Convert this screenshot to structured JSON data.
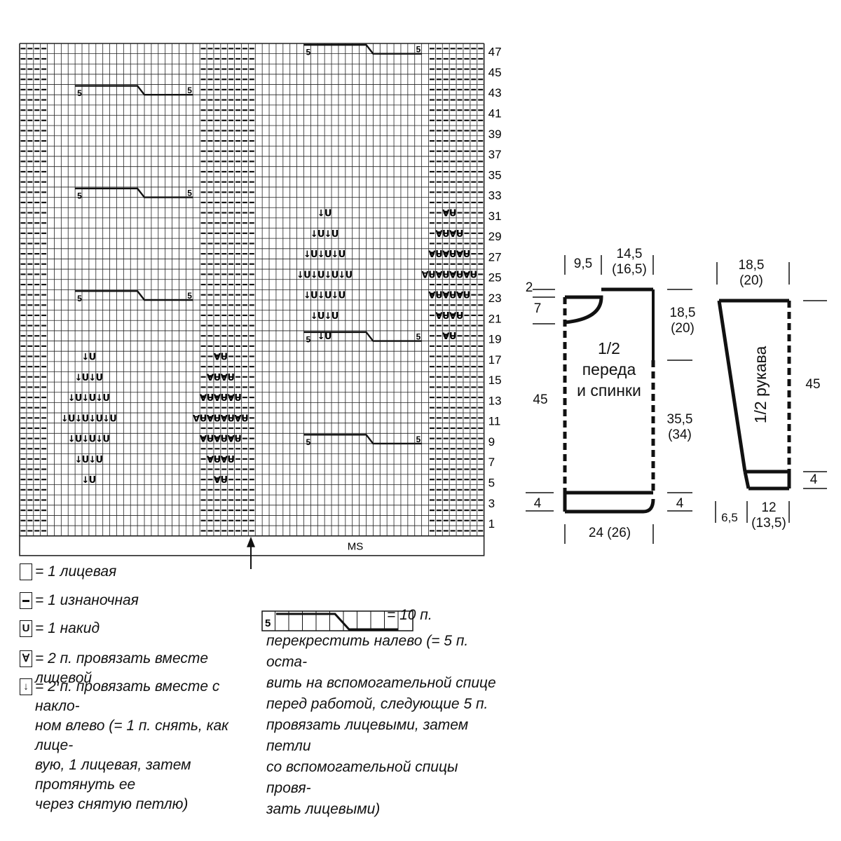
{
  "chart": {
    "row_numbers": [
      "47",
      "45",
      "43",
      "41",
      "39",
      "37",
      "35",
      "33",
      "31",
      "29",
      "27",
      "25",
      "23",
      "21",
      "19",
      "17",
      "15",
      "13",
      "11",
      "9",
      "7",
      "5",
      "3",
      "1"
    ],
    "ms_label": "MS",
    "cable_count": "5",
    "symbols": {
      "purl": "–",
      "yo": "U",
      "k2tog": "∀",
      "ssk": "↓"
    }
  },
  "legend": {
    "knit": "= 1 лицевая",
    "purl": "= 1 изнаночная",
    "yo": "= 1 накид",
    "k2tog": "= 2 п. провязать вместе лицевой",
    "ssk": "= 2 п. провязать вместе с накло-\nном влево (= 1 п. снять, как лице-\nвую, 1 лицевая, затем протянуть ее\nчерез снятую петлю)",
    "cable_eq": "= 10 п.",
    "cable_text": "перекрестить налево (= 5 п. оста-\nвить на вспомогательной спице\nперед работой, следующие 5 п.\nпровязать лицевыми, затем петли\nсо вспомогательной спицы провя-\nзать лицевыми)"
  },
  "body_piece": {
    "title": "1/2\nпереда\nи спинки",
    "neck_width": "9,5",
    "shoulder": "14,5\n(16,5)",
    "neck_drop_top": "2",
    "neck_drop": "7",
    "height_total": "45",
    "armhole": "18,5\n(20)",
    "side": "35,5\n(34)",
    "rib_left": "4",
    "rib_right": "4",
    "width": "24 (26)"
  },
  "sleeve_piece": {
    "title": "1/2 рукава",
    "top_width": "18,5\n(20)",
    "height": "45",
    "rib": "4",
    "bottom_left": "6,5",
    "bottom_width": "12\n(13,5)"
  }
}
